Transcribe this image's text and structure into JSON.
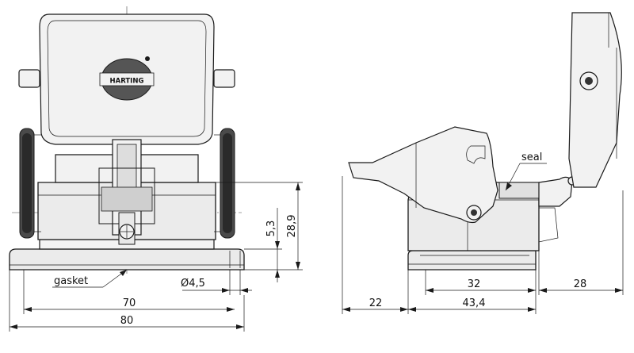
{
  "logo_text": "HARTING",
  "labels": {
    "gasket": "gasket",
    "seal": "seal"
  },
  "dimensions": {
    "d_80": "80",
    "d_70": "70",
    "d_hole": "Ø4,5",
    "d_28_9": "28,9",
    "d_5_3": "5,3",
    "d_22": "22",
    "d_32": "32",
    "d_43_4": "43,4",
    "d_28": "28"
  }
}
